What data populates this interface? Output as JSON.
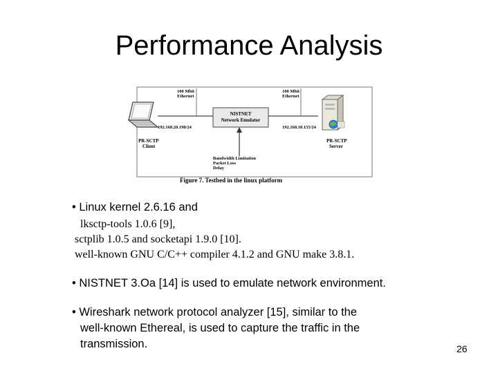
{
  "slide": {
    "title": "Performance Analysis",
    "page_number": "26"
  },
  "figure": {
    "left_link_speed": "100 Mbit",
    "left_link_type": "Ethernet",
    "right_link_speed": "100 Mbit",
    "right_link_type": "Ethernet",
    "emulator_name": "NISTNET",
    "emulator_desc": "Network Emulator",
    "client_ip": "192.168.20.190/24",
    "server_ip": "192.168.10.155/24",
    "client_label_1": "PR-SCTP",
    "client_label_2": "Client",
    "server_label_1": "PR-SCTP",
    "server_label_2": "Server",
    "controls": [
      "Bandwidth Limitation",
      "Packet Loss",
      "Delay"
    ],
    "caption": "Figure 7. Testbed in the linux platform"
  },
  "bullets": {
    "b1_line1": "• Linux kernel 2.6.16 and",
    "b1_line2": "lksctp-tools 1.0.6 [9],",
    "b1_line3": "sctplib 1.0.5 and socketapi 1.9.0 [10].",
    "b1_line4": "well-known GNU C/C++ compiler 4.1.2 and GNU make 3.8.1.",
    "b2": "• NISTNET 3.Oa [14] is used to emulate network environment.",
    "b3_line1": "• Wireshark network protocol analyzer [15], similar to the",
    "b3_line2": "well-known Ethereal, is used to capture the traffic in the",
    "b3_line3": "transmission."
  }
}
